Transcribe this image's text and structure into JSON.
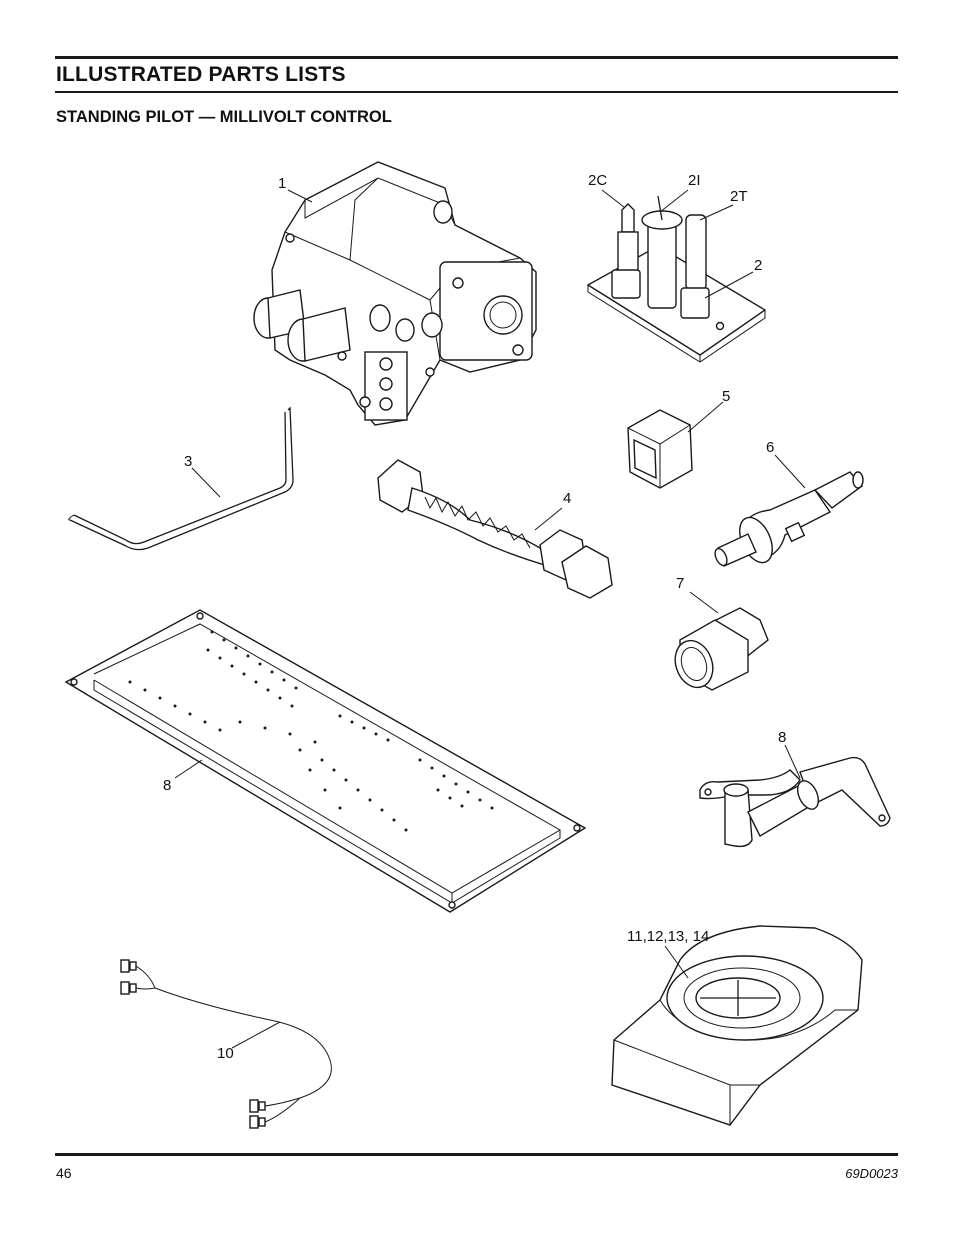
{
  "header": {
    "title": "ILLUSTRATED PARTS LISTS",
    "subtitle": "STANDING PILOT — MILLIVOLT CONTROL"
  },
  "callouts": {
    "c1": "1",
    "c2": "2",
    "c2c": "2C",
    "c2i": "2I",
    "c2t": "2T",
    "c3": "3",
    "c4": "4",
    "c5": "5",
    "c6": "6",
    "c7": "7",
    "c8a": "8",
    "c8b": "8",
    "c10": "10",
    "c11": "11,12,13, 14"
  },
  "footer": {
    "page_number": "46",
    "doc_code": "69D0023"
  }
}
